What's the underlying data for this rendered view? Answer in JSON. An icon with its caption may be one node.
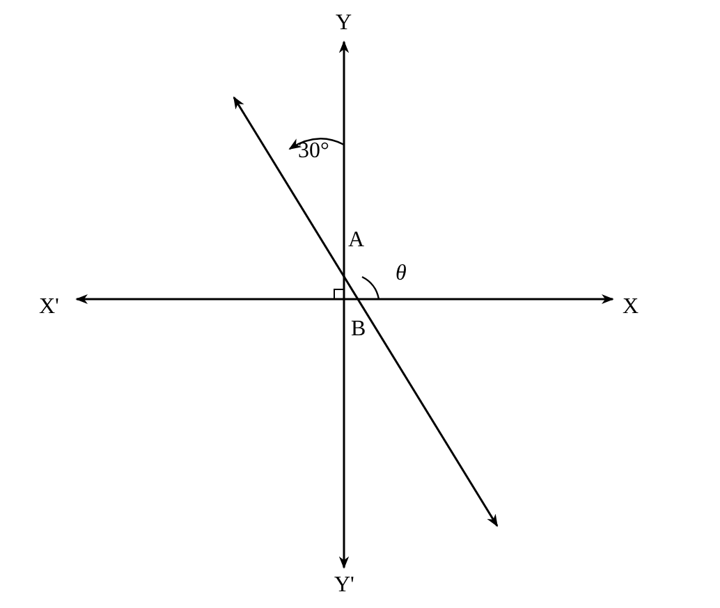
{
  "diagram": {
    "labels": [
      "Y",
      "30°",
      "A",
      "θ",
      "X'",
      "X",
      "B",
      "Y'"
    ]
  }
}
